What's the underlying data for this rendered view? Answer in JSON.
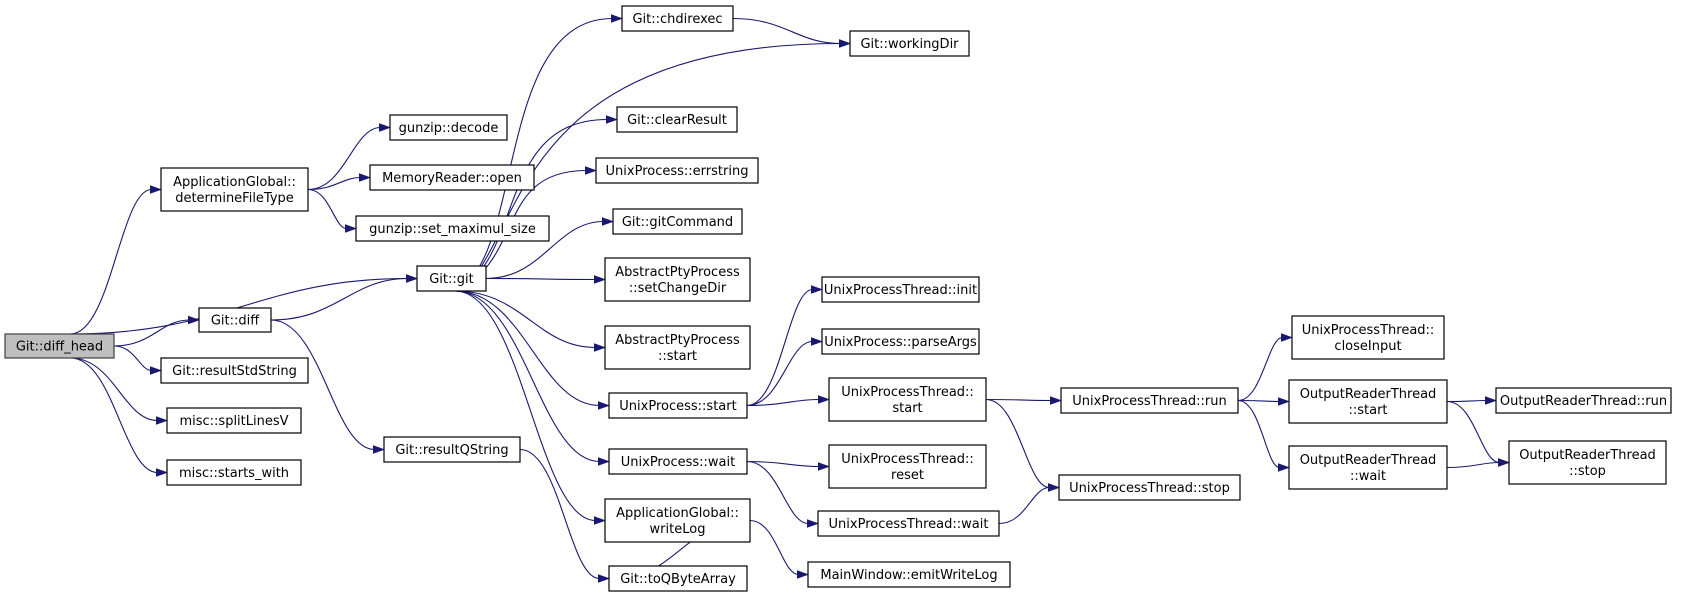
{
  "diagram": {
    "type": "call-graph",
    "colors": {
      "edge": "#191970",
      "root_fill": "#bfbfbf",
      "node_fill": "#ffffff",
      "node_border": "#000000"
    },
    "nodes": [
      {
        "id": "diff_head",
        "lines": [
          "Git::diff_head"
        ],
        "root": true
      },
      {
        "id": "determineFileType",
        "lines": [
          "ApplicationGlobal::",
          "determineFileType"
        ]
      },
      {
        "id": "decode",
        "lines": [
          "gunzip::decode"
        ]
      },
      {
        "id": "mr_open",
        "lines": [
          "MemoryReader::open"
        ]
      },
      {
        "id": "set_maximul_size",
        "lines": [
          "gunzip::set_maximul_size"
        ]
      },
      {
        "id": "git",
        "lines": [
          "Git::git"
        ]
      },
      {
        "id": "diff",
        "lines": [
          "Git::diff"
        ]
      },
      {
        "id": "resultStdString",
        "lines": [
          "Git::resultStdString"
        ]
      },
      {
        "id": "splitLinesV",
        "lines": [
          "misc::splitLinesV"
        ]
      },
      {
        "id": "starts_with",
        "lines": [
          "misc::starts_with"
        ]
      },
      {
        "id": "resultQString",
        "lines": [
          "Git::resultQString"
        ]
      },
      {
        "id": "chdirexec",
        "lines": [
          "Git::chdirexec"
        ]
      },
      {
        "id": "workingDir",
        "lines": [
          "Git::workingDir"
        ]
      },
      {
        "id": "clearResult",
        "lines": [
          "Git::clearResult"
        ]
      },
      {
        "id": "errstring",
        "lines": [
          "UnixProcess::errstring"
        ]
      },
      {
        "id": "gitCommand",
        "lines": [
          "Git::gitCommand"
        ]
      },
      {
        "id": "setChangeDir",
        "lines": [
          "AbstractPtyProcess",
          "::setChangeDir"
        ]
      },
      {
        "id": "apty_start",
        "lines": [
          "AbstractPtyProcess",
          "::start"
        ]
      },
      {
        "id": "up_start",
        "lines": [
          "UnixProcess::start"
        ]
      },
      {
        "id": "up_wait",
        "lines": [
          "UnixProcess::wait"
        ]
      },
      {
        "id": "writeLog",
        "lines": [
          "ApplicationGlobal::",
          "writeLog"
        ]
      },
      {
        "id": "toQByteArray",
        "lines": [
          "Git::toQByteArray"
        ]
      },
      {
        "id": "upt_init",
        "lines": [
          "UnixProcessThread::init"
        ]
      },
      {
        "id": "parseArgs",
        "lines": [
          "UnixProcess::parseArgs"
        ]
      },
      {
        "id": "upt_start",
        "lines": [
          "UnixProcessThread::",
          "start"
        ]
      },
      {
        "id": "upt_reset",
        "lines": [
          "UnixProcessThread::",
          "reset"
        ]
      },
      {
        "id": "upt_wait",
        "lines": [
          "UnixProcessThread::wait"
        ]
      },
      {
        "id": "emitWriteLog",
        "lines": [
          "MainWindow::emitWriteLog"
        ]
      },
      {
        "id": "upt_run",
        "lines": [
          "UnixProcessThread::run"
        ]
      },
      {
        "id": "upt_stop",
        "lines": [
          "UnixProcessThread::stop"
        ]
      },
      {
        "id": "closeInput",
        "lines": [
          "UnixProcessThread::",
          "closeInput"
        ]
      },
      {
        "id": "ort_start",
        "lines": [
          "OutputReaderThread",
          "::start"
        ]
      },
      {
        "id": "ort_wait",
        "lines": [
          "OutputReaderThread",
          "::wait"
        ]
      },
      {
        "id": "ort_run",
        "lines": [
          "OutputReaderThread::run"
        ]
      },
      {
        "id": "ort_stop",
        "lines": [
          "OutputReaderThread",
          "::stop"
        ]
      }
    ],
    "edges": [
      [
        "diff_head",
        "determineFileType"
      ],
      [
        "diff_head",
        "git"
      ],
      [
        "diff_head",
        "diff"
      ],
      [
        "diff_head",
        "resultStdString"
      ],
      [
        "diff_head",
        "splitLinesV"
      ],
      [
        "diff_head",
        "starts_with"
      ],
      [
        "determineFileType",
        "decode"
      ],
      [
        "determineFileType",
        "mr_open"
      ],
      [
        "determineFileType",
        "set_maximul_size"
      ],
      [
        "diff",
        "git"
      ],
      [
        "diff",
        "resultQString"
      ],
      [
        "resultQString",
        "toQByteArray"
      ],
      [
        "git",
        "chdirexec"
      ],
      [
        "git",
        "workingDir"
      ],
      [
        "git",
        "clearResult"
      ],
      [
        "git",
        "errstring"
      ],
      [
        "git",
        "gitCommand"
      ],
      [
        "git",
        "setChangeDir"
      ],
      [
        "git",
        "apty_start"
      ],
      [
        "git",
        "up_start"
      ],
      [
        "git",
        "up_wait"
      ],
      [
        "git",
        "writeLog"
      ],
      [
        "chdirexec",
        "workingDir"
      ],
      [
        "up_start",
        "upt_init"
      ],
      [
        "up_start",
        "parseArgs"
      ],
      [
        "up_start",
        "upt_start"
      ],
      [
        "up_wait",
        "upt_reset"
      ],
      [
        "up_wait",
        "upt_wait"
      ],
      [
        "writeLog",
        "emitWriteLog"
      ],
      [
        "writeLog",
        "toQByteArray"
      ],
      [
        "upt_start",
        "upt_run"
      ],
      [
        "upt_start",
        "upt_stop"
      ],
      [
        "upt_wait",
        "upt_stop"
      ],
      [
        "upt_run",
        "closeInput"
      ],
      [
        "upt_run",
        "ort_start"
      ],
      [
        "upt_run",
        "ort_wait"
      ],
      [
        "ort_start",
        "ort_run"
      ],
      [
        "ort_start",
        "ort_stop"
      ],
      [
        "ort_wait",
        "ort_stop"
      ]
    ]
  }
}
